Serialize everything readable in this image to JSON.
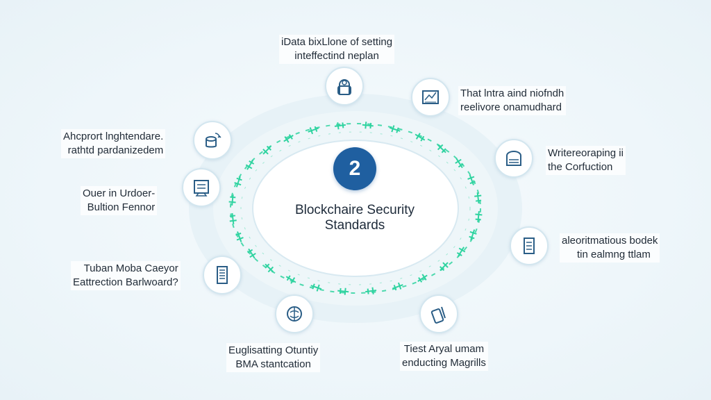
{
  "center": {
    "number": "2",
    "title_line1": "Blockchaire Security",
    "title_line2": "Standards"
  },
  "nodes": [
    {
      "icon": "lock-person-icon",
      "line1": "iData bixLlone of setting",
      "line2": "inteffectind neplan"
    },
    {
      "icon": "document-chart-icon",
      "line1": "That lntra aind niofndh",
      "line2": "reelivore onamudhard"
    },
    {
      "icon": "server-box-icon",
      "line1": "Writereoraping  ii",
      "line2": "the Corfuction"
    },
    {
      "icon": "file-cabinet-icon",
      "line1": "aleoritmatious bodek",
      "line2": "tin ealmng ttlam"
    },
    {
      "icon": "tablet-pen-icon",
      "line1": "Tiest Aryal umam",
      "line2": "enducting Magrills"
    },
    {
      "icon": "brain-network-icon",
      "line1": "Euglisatting Otuntiy",
      "line2": "BMA stantcation"
    },
    {
      "icon": "server-rack-icon",
      "line1": "Tuban Moba Caeyor",
      "line2": "Eattrection Barlwoard?"
    },
    {
      "icon": "database-chart-icon",
      "line1": "Ouer in Urdoer-",
      "line2": "Bultion Fennor"
    },
    {
      "icon": "database-arrow-icon",
      "line1": "Ahcprort lnghtendare.",
      "line2": "rathtd pardanizedem"
    }
  ],
  "colors": {
    "accent": "#1f5fa0",
    "ring_dashes": "#2fd3a0",
    "icon_stroke": "#2a5d86"
  }
}
